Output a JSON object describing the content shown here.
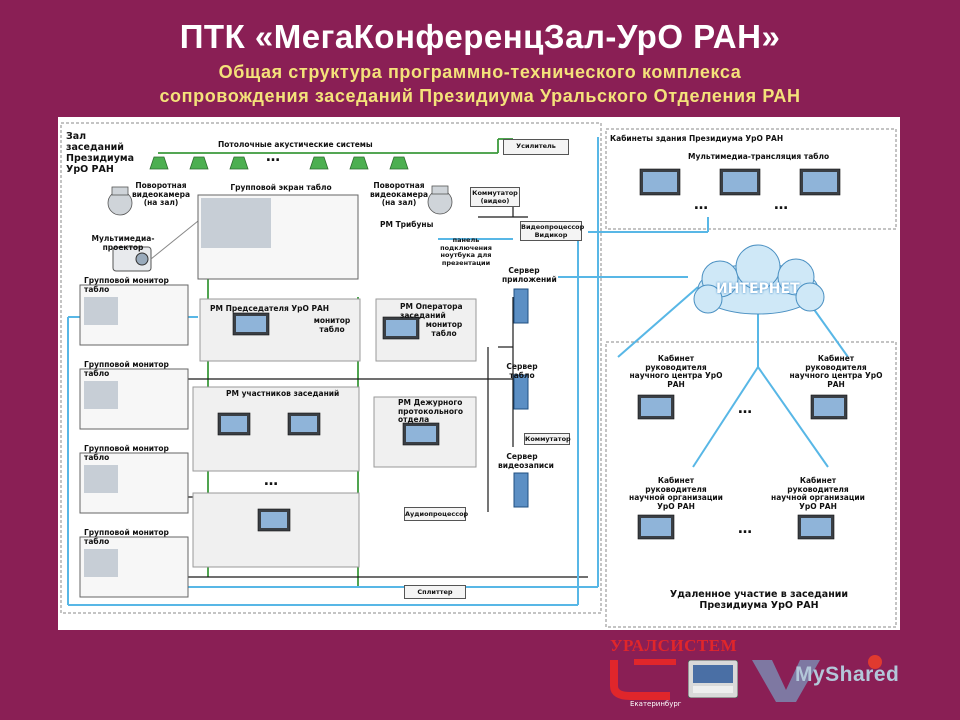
{
  "title": "ПТК «МегаКонференцЗал-УрО РАН»",
  "subtitle_line1": "Общая структура программно-технического комплекса",
  "subtitle_line2": "сопровождения заседаний Президиума Уральского Отделения РАН",
  "diagram": {
    "hall_title": "Зал заседаний Президиума УрО РАН",
    "ceiling_speakers": "Потолочные акустические системы",
    "amplifier": "Усилитель",
    "ptz_camera_left": "Поворотная видеокамера (на зал)",
    "ptz_camera_right": "Поворотная видеокамера (на зал)",
    "group_screen": "Групповой экран табло",
    "video_switch": "Коммутатор (видео)",
    "projector": "Мультимедиа-проектор",
    "group_monitor": "Групповой монитор табло",
    "rm_tribune": "РМ Трибуны",
    "laptop_panel": "панель подключения ноутбука для презентации",
    "video_processor": "Видеопроцессор Видикор",
    "app_server": "Сервер приложений",
    "rm_chairman": "РМ Председателя УрО РАН",
    "monitor_tablo": "монитор табло",
    "rm_operator": "РМ Оператора заседаний",
    "rm_participants": "РМ участников заседаний",
    "tablo_server": "Сервер табло",
    "rm_duty": "РМ Дежурного протокольного отдела",
    "switch": "Коммутатор",
    "video_rec_server": "Сервер видеозаписи",
    "audio_processor": "Аудиопроцессор",
    "splitter": "Сплиттер",
    "presidium_offices": "Кабинеты здания Президиума УрО РАН",
    "multimedia_broadcast": "Мультимедиа-трансляция табло",
    "internet": "ИНТЕРНЕТ",
    "office_sci_center": "Кабинет руководителя научного центра УрО РАН",
    "office_sci_org": "Кабинет руководителя научной организации УрО РАН",
    "remote_participation": "Удаленное участие в заседании Президиума УрО РАН",
    "ellipsis": "…"
  },
  "logo": {
    "name": "УРАЛСИСТЕМ",
    "city": "Екатеринбург"
  },
  "watermark": "MyShared",
  "colors": {
    "background": "#8a1f55",
    "title": "#ffffff",
    "subtitle": "#f4e27a",
    "network_line": "#58b7e6",
    "av_line": "#3c9a3c",
    "cable_line": "#1a1a1a"
  }
}
